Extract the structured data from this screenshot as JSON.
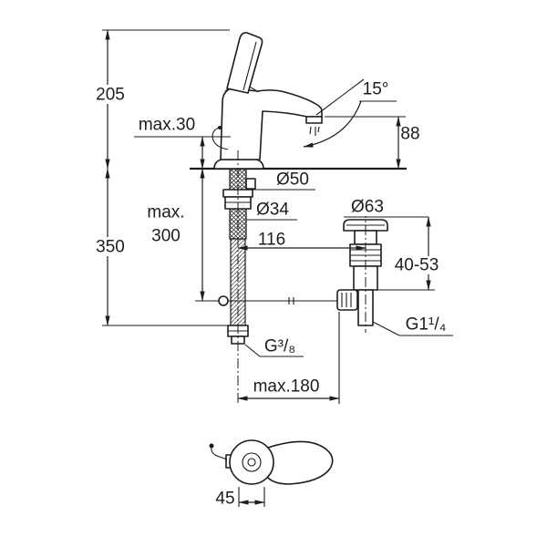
{
  "drawing": {
    "title": "basin-mixer-technical-drawing",
    "labels": {
      "height_total": "205",
      "max_deck": "max.30",
      "swivel_angle": "15°",
      "spout_height": "88",
      "base_dia": "Ø50",
      "hole_dia": "Ø34",
      "max_depth_line1": "max.",
      "max_depth_line2": "300",
      "total_depth": "350",
      "spout_reach": "116",
      "waste_dia": "Ø63",
      "waste_height_range": "40-53",
      "waste_thread": "G1¹/₄",
      "supply_thread": "G³/₈",
      "max_rod_reach": "max.180",
      "handle_hub_width": "45"
    },
    "colors": {
      "line": "#1d1d1b",
      "background": "#ffffff"
    }
  }
}
